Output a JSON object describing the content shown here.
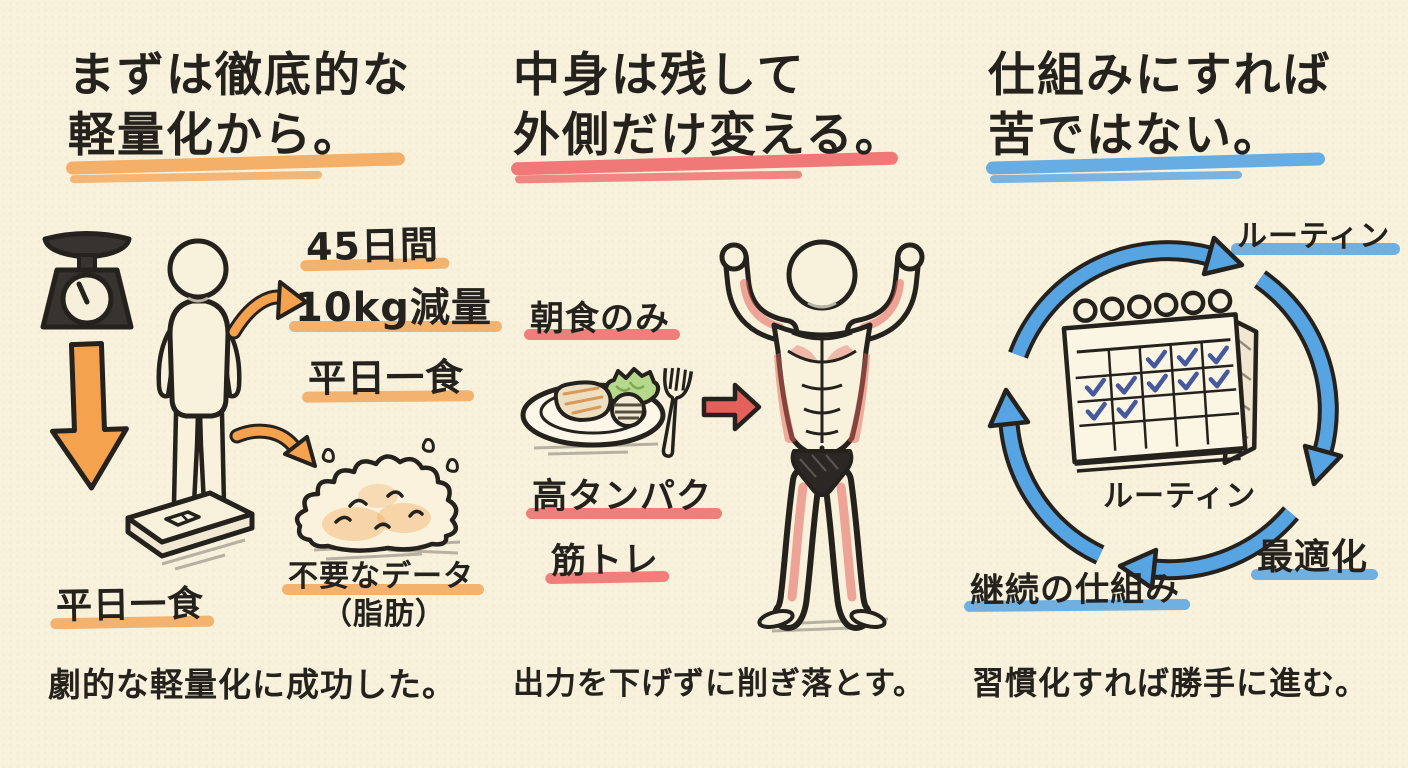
{
  "colors": {
    "background": "#F8F1DC",
    "ink": "#25221E",
    "orange_accent": "#F3A75C",
    "red_accent": "#EE6B6B",
    "blue_accent": "#57A4E2",
    "check_navy": "#46589E"
  },
  "panels": [
    {
      "title_line1": "まずは徹底的な",
      "title_line2": "軽量化から。",
      "items": [
        {
          "label": "45日間"
        },
        {
          "label": "10kg減量"
        },
        {
          "label": "平日一食"
        }
      ],
      "blob_label": "不要なデータ",
      "blob_sublabel": "（脂肪）",
      "scale_label": "平日一食",
      "caption": "劇的な軽量化に成功した。",
      "illustrations": [
        "kitchen-scale",
        "person-on-bathroom-scale",
        "down-arrow",
        "curved-right-arrows",
        "fat-blob"
      ]
    },
    {
      "title_line1": "中身は残して",
      "title_line2": "外側だけ変える。",
      "meal_label": "朝食のみ",
      "protein_label": "高タンパク",
      "training_label": "筋トレ",
      "caption": "出力を下げずに削ぎ落とす。",
      "illustrations": [
        "meal-plate",
        "fork",
        "right-arrow",
        "muscular-figure"
      ]
    },
    {
      "title_line1": "仕組みにすれば",
      "title_line2": "苦ではない。",
      "routine_top_label": "ルーティン",
      "routine_center_label": "ルーティン",
      "optimize_label": "最適化",
      "system_label": "継続の仕組み",
      "caption": "習慣化すれば勝手に進む。",
      "illustrations": [
        "cycle-arrows",
        "calendar-with-checkmarks"
      ]
    }
  ]
}
